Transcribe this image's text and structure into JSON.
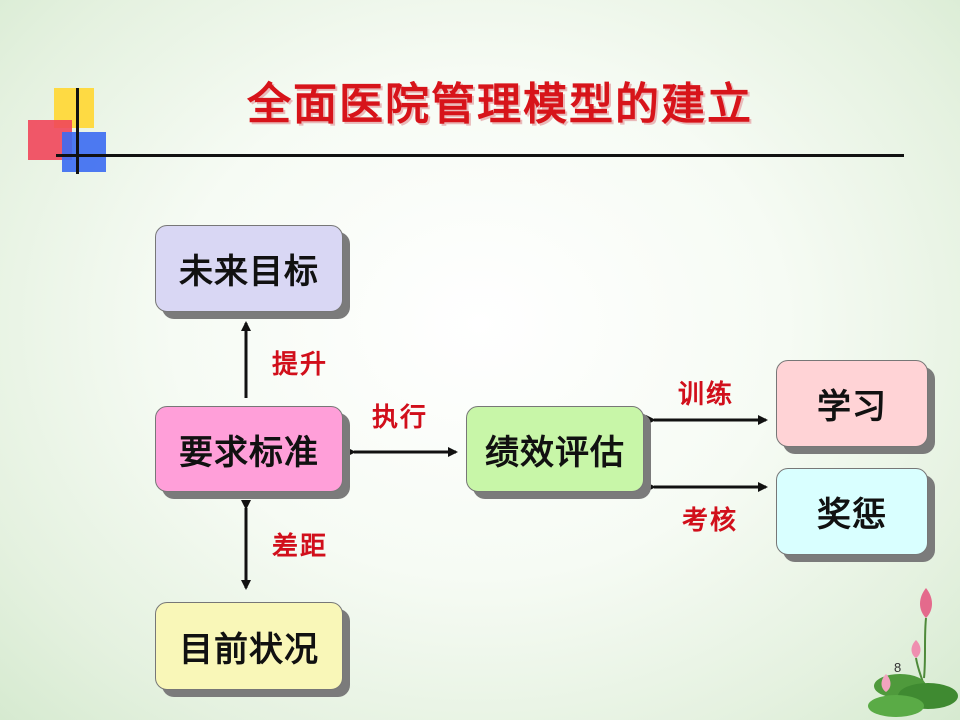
{
  "title": "全面医院管理模型的建立",
  "nodes": {
    "future_goal": "未来目标",
    "requirement_standard": "要求标准",
    "current_status": "目前状况",
    "performance_evaluation": "绩效评估",
    "learning": "学习",
    "reward_punishment": "奖惩"
  },
  "edge_labels": {
    "improve": "提升",
    "gap": "差距",
    "execute": "执行",
    "training": "训练",
    "assessment": "考核"
  },
  "page_number": "8",
  "colors": {
    "title": "#d7141a",
    "edge_label": "#d10f1b",
    "future_goal": "#d9d7f4",
    "requirement_standard": "#ff9fd9",
    "current_status": "#f9f7b8",
    "performance_evaluation": "#c8f6a8",
    "learning": "#ffd3d6",
    "reward_punishment": "#d9ffff"
  }
}
